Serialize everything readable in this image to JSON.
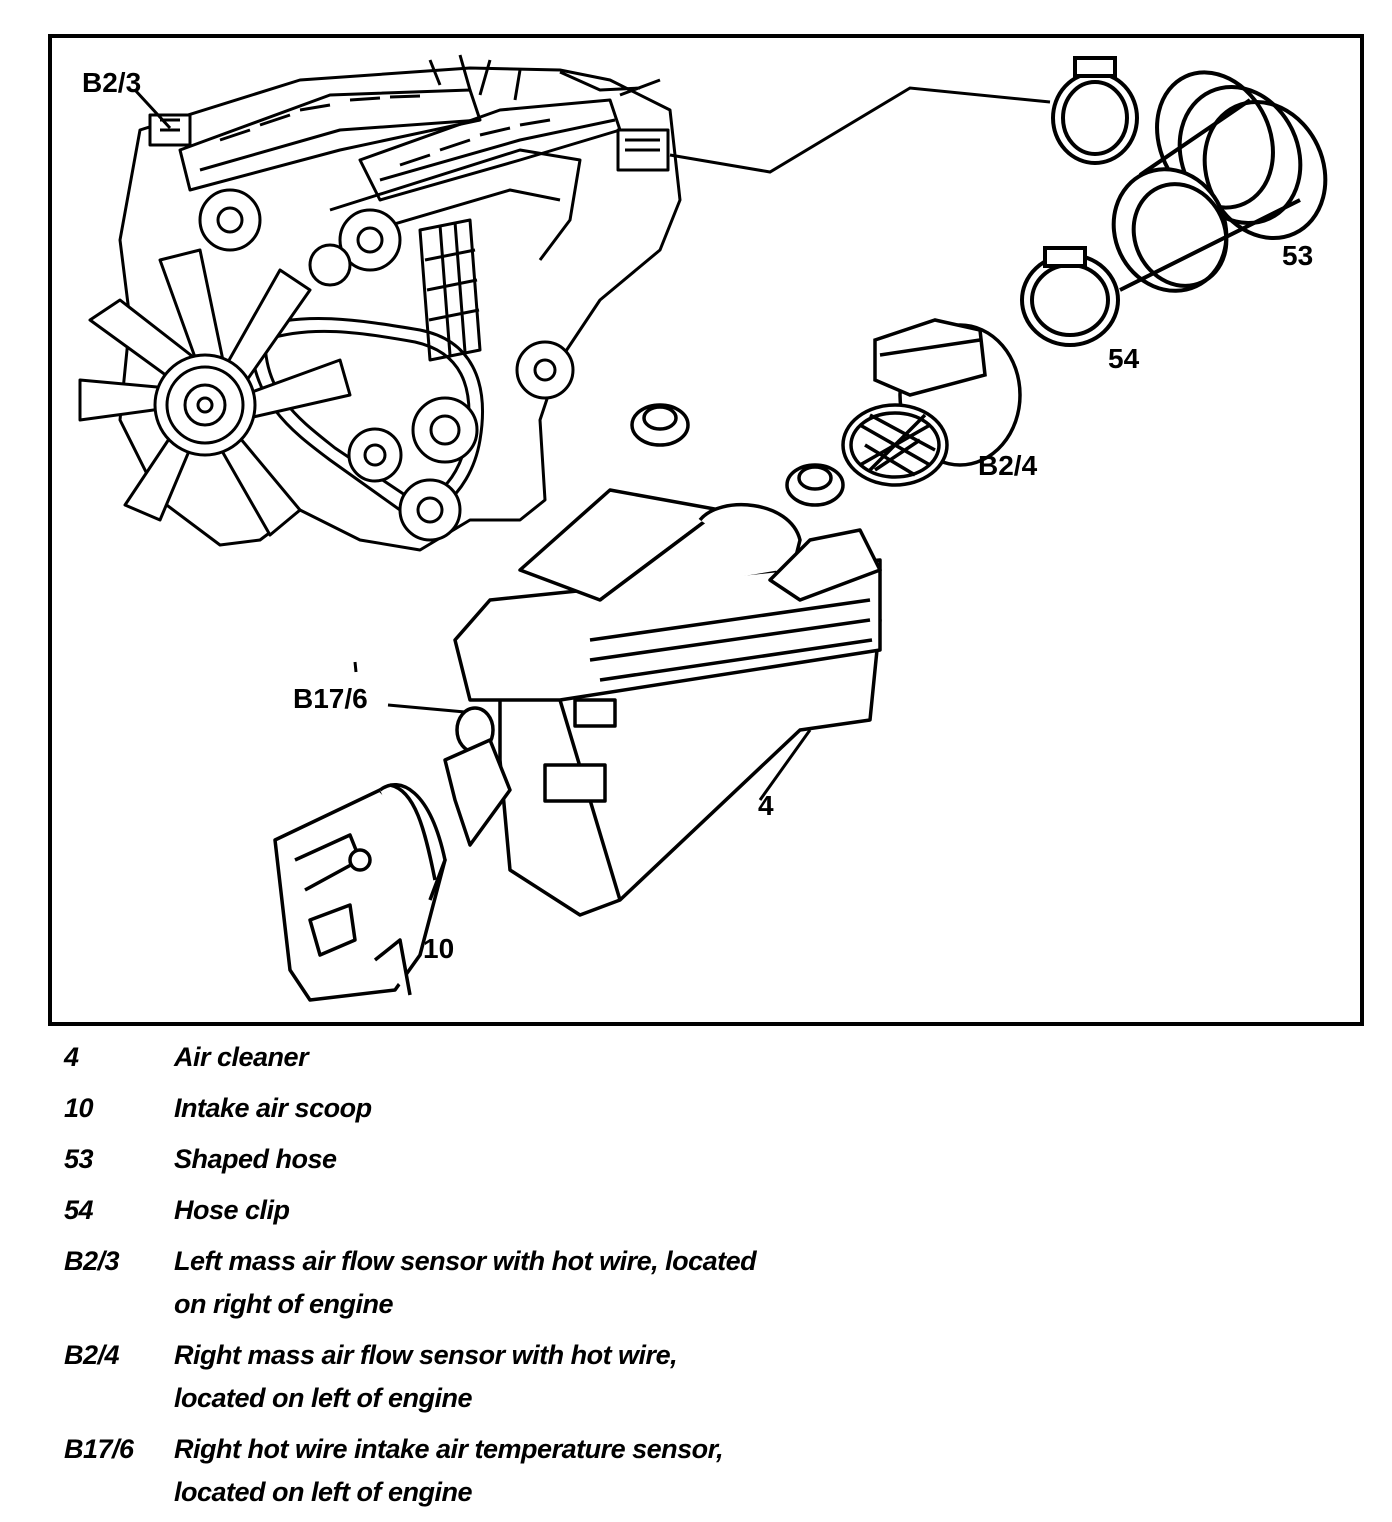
{
  "callouts": {
    "b2_3": "B2/3",
    "b2_4": "B2/4",
    "b17_6": "B17/6",
    "c53": "53",
    "c54": "54",
    "c4": "4",
    "c10": "10"
  },
  "legend": [
    {
      "code": "4",
      "desc": "Air cleaner"
    },
    {
      "code": "10",
      "desc": "Intake air scoop"
    },
    {
      "code": "53",
      "desc": "Shaped hose"
    },
    {
      "code": "54",
      "desc": "Hose clip"
    },
    {
      "code": "B2/3",
      "desc": "Left mass air flow sensor with hot wire, located on right of engine"
    },
    {
      "code": "B2/4",
      "desc": "Right mass air flow sensor with hot wire, located on left of engine"
    },
    {
      "code": "B17/6",
      "desc": "Right hot wire intake air temperature sensor, located on left of engine"
    }
  ]
}
